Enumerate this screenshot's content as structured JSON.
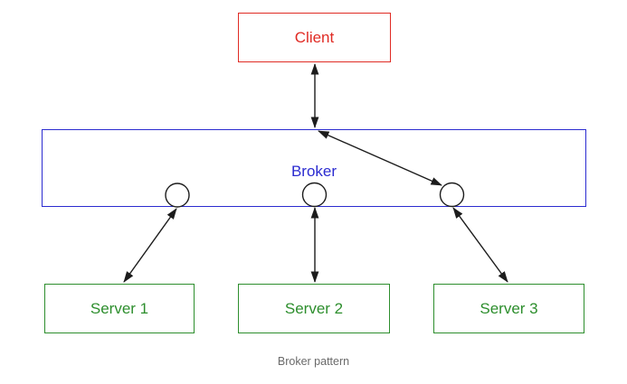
{
  "diagram": {
    "client": {
      "label": "Client"
    },
    "broker": {
      "label": "Broker"
    },
    "servers": [
      {
        "label": "Server 1"
      },
      {
        "label": "Server 2"
      },
      {
        "label": "Server 3"
      }
    ],
    "caption": "Broker pattern"
  },
  "colors": {
    "client": "#e02b24",
    "broker": "#2b2bd0",
    "server": "#2d8e2d",
    "arrow": "#1c1c1c",
    "caption": "#6a6a6a"
  }
}
